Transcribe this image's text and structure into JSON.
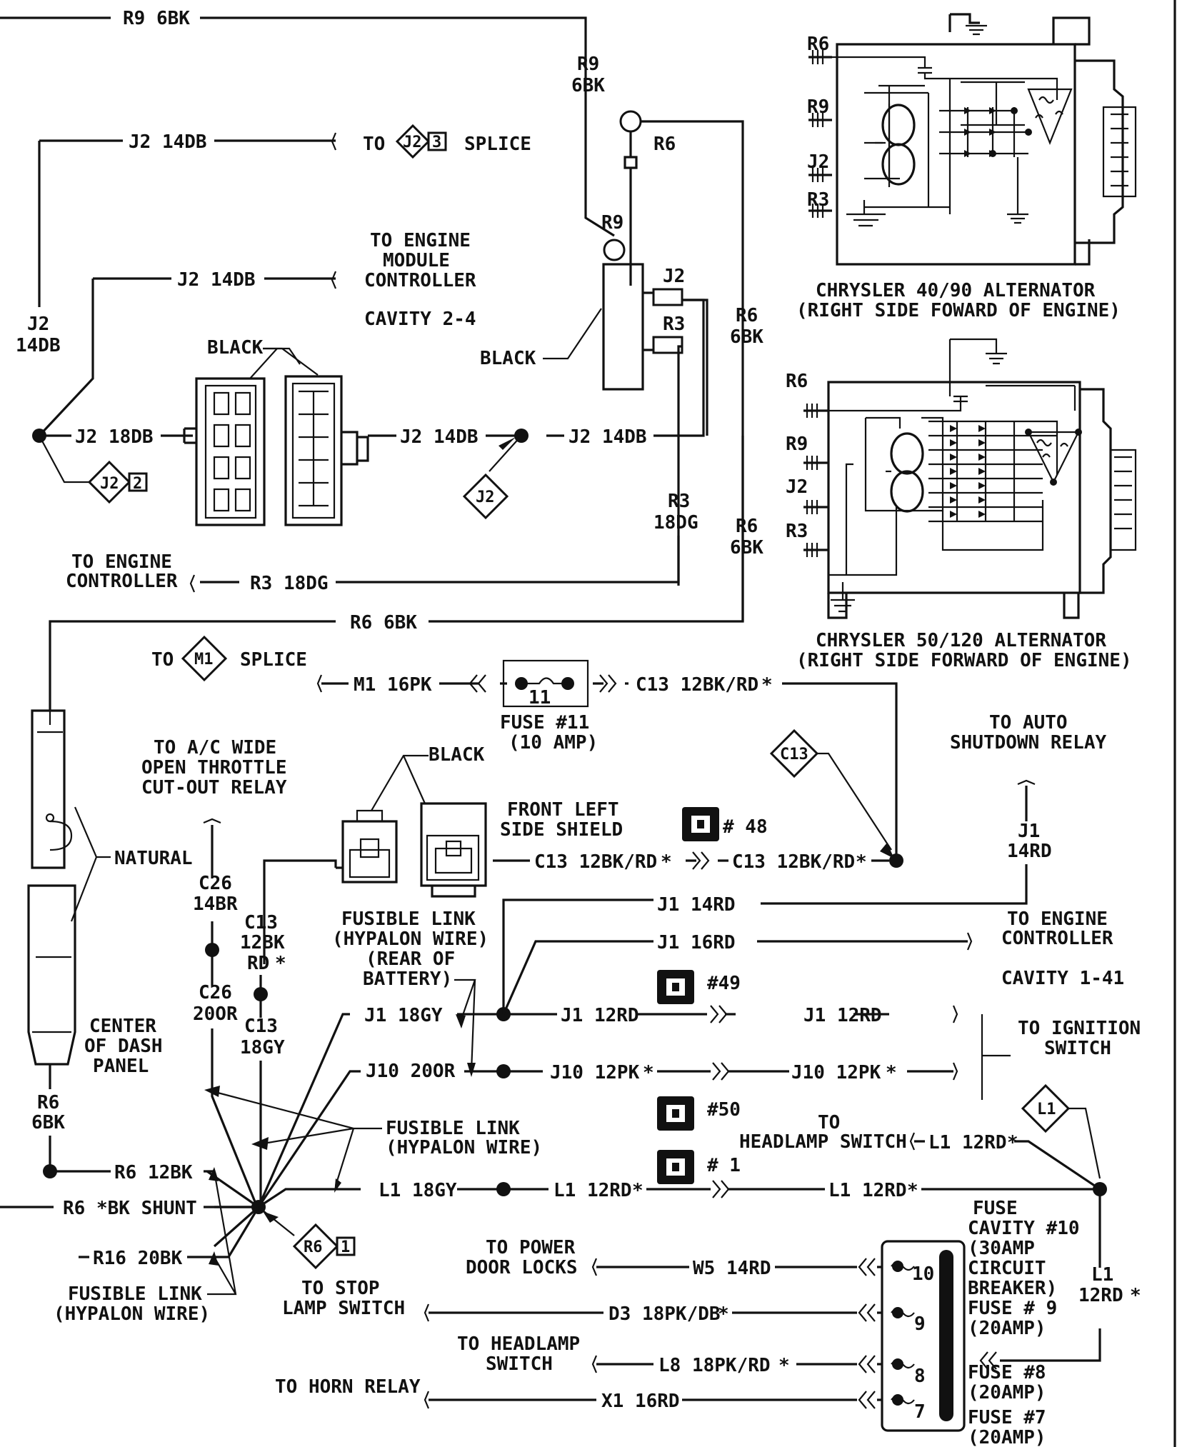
{
  "title_blocks": {
    "alt1_name": "CHRYSLER 40/90 ALTERNATOR",
    "alt1_loc": "(RIGHT SIDE FOWARD OF ENGINE)",
    "alt2_name": "CHRYSLER 50/120 ALTERNATOR",
    "alt2_loc": "(RIGHT SIDE FORWARD OF ENGINE)"
  },
  "terminals": {
    "alt1": [
      "R6",
      "R9",
      "J2",
      "R3"
    ],
    "alt2": [
      "R6",
      "R9",
      "J2",
      "R3"
    ],
    "regulator_top": "R9",
    "regulator_j2": "J2",
    "regulator_r3": "R3",
    "ring_top": "R6"
  },
  "wires": {
    "r9_top": "R9 6BK",
    "r9_v1": "R9",
    "r9_v2": "6BK",
    "j2_14db_a": "J2 14DB",
    "j2_14db_b": "J2 14DB",
    "j2_v1": "J2",
    "j2_v2": "14DB",
    "j2_18db": "J2 18DB",
    "j2_14db_c": "J2 14DB",
    "j2_14db_d": "J2 14DB",
    "r6_v1": "R6",
    "r6_v2": "6BK",
    "r6_v3": "R6",
    "r6_v4": "6BK",
    "r3_v1": "R3",
    "r3_v2": "18DG",
    "r3_18dg": "R3 18DG",
    "r6_6bk": "R6 6BK",
    "m1_16pk": "M1 16PK",
    "c13_top": "C13 12BK/RD",
    "c13_mid_a": "C13 12BK/RD",
    "c13_mid_b": "C13 12BK/RD",
    "c26_a1": "C26",
    "c26_a2": "14BR",
    "c13_v1": "C13",
    "c13_v2": "12BK",
    "c13_v3": "RD",
    "c26_b1": "C26",
    "c26_b2": "20OR",
    "c13_b1": "C13",
    "c13_b2": "18GY",
    "j1_14rd": "J1 14RD",
    "j1_v1": "J1",
    "j1_v2": "14RD",
    "j1_16rd": "J1 16RD",
    "j1_18gy": "J1 18GY",
    "j1_12rd_a": "J1 12RD",
    "j1_12rd_b": "J1 12RD",
    "j10_20or": "J10 20OR",
    "j10_12pk_a": "J10 12PK",
    "j10_12pk_b": "J10 12PK",
    "r6_bot_v1": "R6",
    "r6_bot_v2": "6BK",
    "r6_12bk": "R6 12BK",
    "r6_shunt": "R6 *BK SHUNT",
    "r16_20bk": "R16 20BK",
    "l1_18gy": "L1 18GY",
    "l1_12rd_a": "L1 12RD",
    "l1_12rd_b": "L1 12RD",
    "l1_12rd_c": "L1 12RD",
    "l1_v1": "L1",
    "l1_v2": "12RD",
    "w5_14rd": "W5 14RD",
    "d3": "D3 18PK/DB",
    "l8": "L8 18PK/RD",
    "x1_16rd": "X1 16RD"
  },
  "labels": {
    "to": "TO",
    "splice": "SPLICE",
    "to_engine_module": [
      "TO ENGINE",
      "MODULE",
      "CONTROLLER"
    ],
    "cavity_24": "CAVITY 2-4",
    "black_conn": "BLACK",
    "black_reg": "BLACK",
    "black_shield": "BLACK",
    "to_engine_controller": [
      "TO ENGINE",
      "CONTROLLER"
    ],
    "to_m1": "TO",
    "fuse11": [
      "FUSE #11",
      "(10 AMP)"
    ],
    "to_auto_shutdown": [
      "TO AUTO",
      "SHUTDOWN RELAY"
    ],
    "to_ac": [
      "TO A/C WIDE",
      "OPEN THROTTLE",
      "CUT-OUT RELAY"
    ],
    "front_left": [
      "FRONT LEFT",
      "SIDE SHIELD"
    ],
    "natural": "NATURAL",
    "fusible_link_rear": [
      "FUSIBLE LINK",
      "(HYPALON WIRE)",
      "(REAR OF",
      "BATTERY)"
    ],
    "to_engine_controller2": [
      "TO ENGINE",
      "CONTROLLER"
    ],
    "cavity_141": "CAVITY 1-41",
    "to_ignition": [
      "TO IGNITION",
      "SWITCH"
    ],
    "center_dash": [
      "CENTER",
      "OF DASH",
      "PANEL"
    ],
    "fusible_link_mid": [
      "FUSIBLE LINK",
      "(HYPALON WIRE)"
    ],
    "to_headlamp": [
      "TO",
      "HEADLAMP SWITCH"
    ],
    "fusible_link_left": [
      "FUSIBLE LINK",
      "(HYPALON WIRE)"
    ],
    "to_stop": [
      "TO STOP",
      "LAMP SWITCH"
    ],
    "to_power_door": [
      "TO POWER",
      "DOOR LOCKS"
    ],
    "to_headlamp2": [
      "TO HEADLAMP",
      "SWITCH"
    ],
    "to_horn": "TO HORN RELAY",
    "fuse_cavity": [
      "FUSE",
      "CAVITY #10",
      "(30AMP",
      "CIRCUIT",
      "BREAKER)",
      "FUSE # 9",
      "(20AMP)"
    ],
    "fuse8": [
      "FUSE #8",
      "(20AMP)"
    ],
    "fuse7": [
      "FUSE #7",
      "(20AMP)"
    ]
  },
  "connector_ids": {
    "c48": "# 48",
    "c49": "#49",
    "c50": "#50",
    "c1": "# 1",
    "fuse11_num": "11",
    "fuse_slots": [
      "10",
      "9",
      "8",
      "7"
    ]
  },
  "splice_refs": {
    "j2_3": "J2",
    "j2_3n": "3",
    "j2_2": "J2",
    "j2_2n": "2",
    "j2_plain": "J2",
    "m1": "M1",
    "c13": "C13",
    "l1": "L1",
    "r6_1": "R6",
    "r6_1n": "1"
  },
  "splice_marker": "*"
}
